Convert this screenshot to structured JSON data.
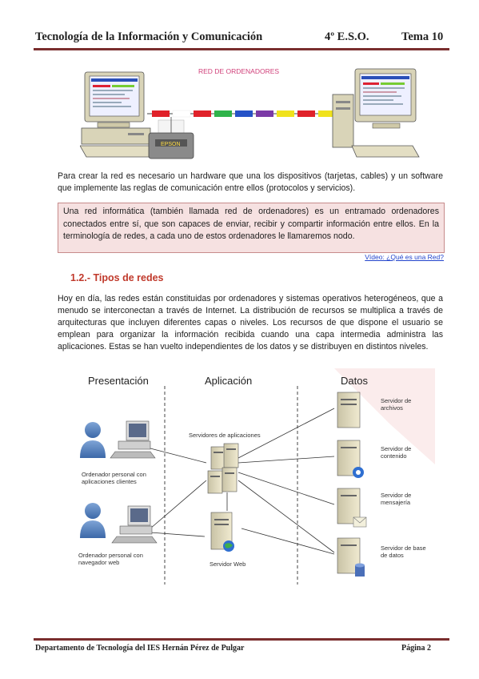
{
  "header": {
    "subject": "Tecnología de la Información y Comunicación",
    "grade": "4º E.S.O.",
    "unit": "Tema 10"
  },
  "figure1": {
    "title": "RED DE ORDENADORES",
    "printer_brand": "EPSON"
  },
  "intro_paragraph": "Para crear la red es necesario un hardware que una los dispositivos (tarjetas, cables) y un software que implemente las reglas de comunicación entre ellos (protocolos y servicios).",
  "callout": "Una red informática (también llamada red de ordenadores) es un entramado ordenadores conectados entre sí, que son capaces de enviar, recibir y compartir información entre ellos. En la terminología de redes, a cada uno de estos ordenadores le llamaremos nodo.",
  "video_link": "Vídeo: ¿Qué es una Red?",
  "section_title": "1.2.- Tipos de redes",
  "body_paragraph": "Hoy en día, las redes están constituidas por ordenadores y sistemas operativos heterogéneos, que a menudo se interconectan a través de Internet. La distribución de recursos se multiplica a través de arquitecturas que incluyen diferentes capas o niveles. Los recursos de que dispone el usuario se emplean para organizar la información recibida cuando una capa intermedia administra las aplicaciones. Estas se han vuelto independientes de los datos y se distribuyen en distintos niveles.",
  "diagram": {
    "columns": [
      "Presentación",
      "Aplicación",
      "Datos"
    ],
    "client_pc": "Ordenador personal con aplicaciones clientes",
    "browser_pc": "Ordenador personal con navegador web",
    "app_servers": "Servidores de aplicaciones",
    "web_server": "Servidor Web",
    "file_server": "Servidor de archivos",
    "content_server": "Servidor de contenido",
    "messaging_server": "Servidor de mensajería",
    "db_server": "Servidor de base de datos"
  },
  "footer": {
    "department": "Departamento de Tecnología del IES Hernán Pérez de Pulgar",
    "page": "Página 2"
  }
}
